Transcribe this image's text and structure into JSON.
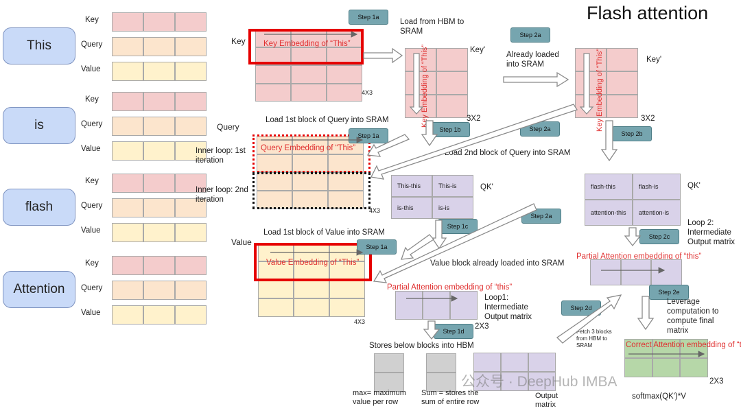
{
  "title": "Flash attention",
  "words": [
    "This",
    "is",
    "flash",
    "Attention"
  ],
  "row_labels": {
    "key": "Key",
    "query": "Query",
    "value": "Value"
  },
  "steps": {
    "s1a": "Step 1a",
    "s1b": "Step 1b",
    "s1c": "Step 1c",
    "s1d": "Step 1d",
    "s2a": "Step 2a",
    "s2b": "Step 2b",
    "s2c": "Step 2c",
    "s2d": "Step 2d",
    "s2e": "Step 2e"
  },
  "labels": {
    "key_side": "Key",
    "key_embedding": "Key  Embedding of “This”",
    "dim_4x3": "4X3",
    "load_hbm": "Load from HBM to SRAM",
    "key_prime": "Key'",
    "key_vertical": "Key  Embedding of “This”",
    "dim_3x2": "3X2",
    "already_loaded": "Already loaded into SRAM",
    "load_query": "Load 1st block of Query into SRAM",
    "query_side": "Query",
    "query_embedding": "Query  Embedding of “This”",
    "inner1": "Inner loop: 1st iteration",
    "inner2": "Inner loop: 2nd iteration",
    "load_query2": "Load 2nd block of Query into SRAM",
    "qk": "QK'",
    "load_value": "Load 1st block of Value into SRAM",
    "value_side": "Value",
    "value_embedding": "Value  Embedding of “This”",
    "value_already": "Value block already loaded into SRAM",
    "partial1": "Partial Attention embedding of “this”",
    "loop1": "Loop1: Intermediate Output matrix",
    "dim_2x3": "2X3",
    "stores": "Stores below blocks into HBM",
    "max_label": "max= maximum value per row",
    "sum_label": "Sum = stores the sum of entire row",
    "output_matrix": "Output matrix",
    "loop2": "Loop 2: Intermediate Output matrix",
    "partial2": "Partial Attention embedding of “this”",
    "leverage": "Leverage computation to compute final matrix",
    "fetch": "Fetch 3 blocks from HBM to SRAM",
    "correct": "Correct Attention embedding of “this”",
    "softmax": "softmax(QK')*V",
    "watermark": "公众号 · DeepHub IMBA"
  },
  "qk1": [
    "This-this",
    "This-is",
    "is-this",
    "is-is"
  ],
  "qk2": [
    "flash-this",
    "flash-is",
    "attention-this",
    "attention-is"
  ],
  "colors": {
    "key": "#f4cccc",
    "query": "#fce5cd",
    "value": "#fff2cc",
    "word": "#c9daf8",
    "step": "#76a5af",
    "partial": "#d9d2e9",
    "final": "#b6d7a8",
    "highlight": "#e60000"
  }
}
